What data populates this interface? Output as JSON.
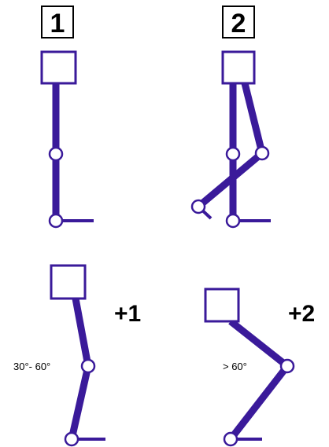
{
  "panels": [
    {
      "label": "1"
    },
    {
      "label": "2"
    },
    {
      "score": "+1",
      "angle": "30°- 60°"
    },
    {
      "score": "+2",
      "angle": "> 60°"
    }
  ],
  "colors": {
    "limb": "#3a1a9a",
    "text": "#000000",
    "background": "#ffffff"
  }
}
